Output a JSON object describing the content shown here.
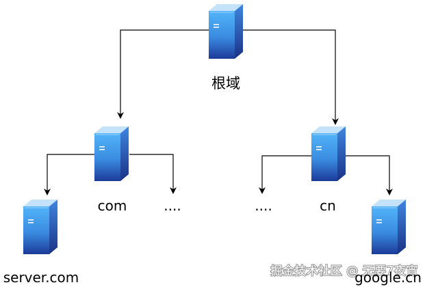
{
  "diagram": {
    "nodes": {
      "root": {
        "label": "根域",
        "icon": "server-icon"
      },
      "com": {
        "label": "com",
        "icon": "server-icon"
      },
      "cn": {
        "label": "cn",
        "icon": "server-icon"
      },
      "server_com": {
        "label": "server.com",
        "icon": "server-icon"
      },
      "google_cn": {
        "label": "google.cn",
        "icon": "server-icon"
      },
      "com_more": {
        "label": "...."
      },
      "cn_more": {
        "label": "...."
      }
    },
    "edges": [
      {
        "from": "root",
        "to": "com"
      },
      {
        "from": "root",
        "to": "cn"
      },
      {
        "from": "com",
        "to": "server_com"
      },
      {
        "from": "com",
        "to": "com_more"
      },
      {
        "from": "cn",
        "to": "cn_more"
      },
      {
        "from": "cn",
        "to": "google_cn"
      }
    ]
  },
  "watermark": {
    "text": "掘金技术社区 @ 无要7夜宵"
  },
  "colors": {
    "server_front_light": "#4aaaf5",
    "server_front_dark": "#1f3f9e",
    "server_side": "#2b56c2",
    "server_top": "#bfe1fb",
    "edge": "#000000"
  }
}
